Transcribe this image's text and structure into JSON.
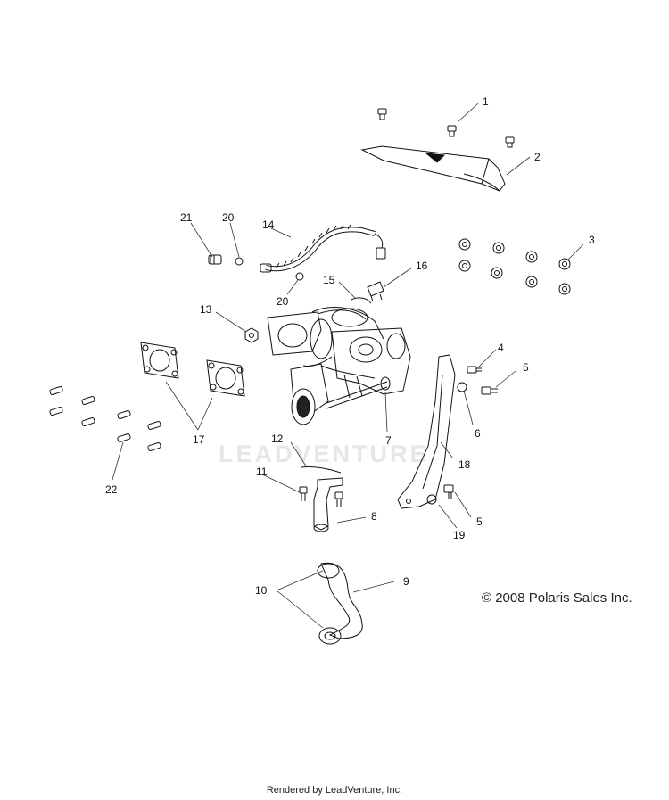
{
  "copyright": "© 2008 Polaris Sales Inc.",
  "footer": "Rendered by LeadVenture, Inc.",
  "watermark": "LEADVENTURE",
  "callouts": {
    "c1": "1",
    "c2": "2",
    "c3": "3",
    "c4": "4",
    "c5a": "5",
    "c5b": "5",
    "c6": "6",
    "c7": "7",
    "c8": "8",
    "c9": "9",
    "c10": "10",
    "c11": "11",
    "c12": "12",
    "c13": "13",
    "c14": "14",
    "c15": "15",
    "c16": "16",
    "c17": "17",
    "c18": "18",
    "c19": "19",
    "c20a": "20",
    "c20b": "20",
    "c21": "21",
    "c22": "22"
  }
}
